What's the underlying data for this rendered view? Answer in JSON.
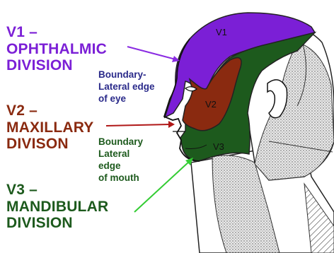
{
  "labels": {
    "v1": [
      "V1 –",
      "OPHTHALMIC",
      "DIVISION"
    ],
    "v2": [
      "V2 –",
      "MAXILLARY",
      "DIVISON"
    ],
    "v3": [
      "V3 –",
      "MANDIBULAR",
      "DIVISION"
    ]
  },
  "notes": {
    "eye": [
      "Boundary-",
      "Lateral edge",
      "of eye"
    ],
    "mouth": [
      "Boundary",
      "Lateral",
      "edge",
      "of mouth"
    ]
  },
  "zones": {
    "v1": "V1",
    "v2": "V2",
    "v3": "V3"
  },
  "colors": {
    "v1": "#7b1fd6",
    "v2": "#8a2a10",
    "v3": "#1d5a1d",
    "note_eye": "#2a2a8a",
    "note_mouth": "#1d5a1d",
    "arrow_v1": "#8a2be2",
    "arrow_v2": "#b01818",
    "arrow_v3": "#33cc33"
  }
}
